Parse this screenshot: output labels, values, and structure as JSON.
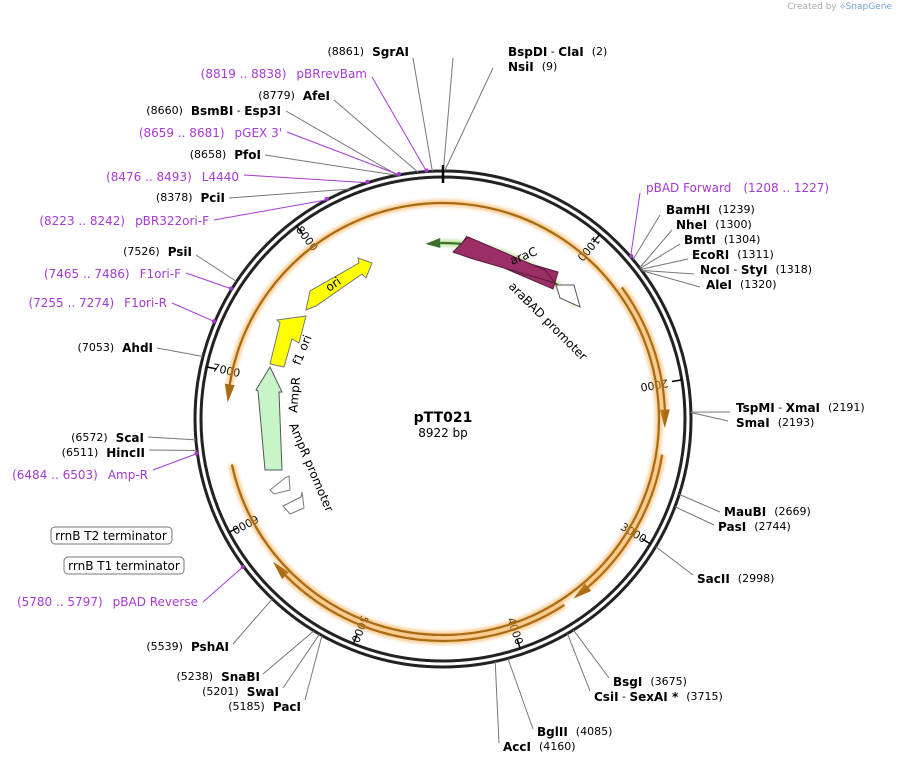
{
  "credit": {
    "prefix": "Created by",
    "brand": "SnapGene"
  },
  "plasmid": {
    "name": "pTT021",
    "length_label": "8922 bp",
    "length": 8922
  },
  "colors": {
    "backbone": "#222222",
    "primer": "#a73ad1",
    "orange": "#f2a33b",
    "arac": "#9b2e66",
    "ori": "#ffff00",
    "ampr": "#c8f5c8",
    "green_glow": "#8fd45a"
  },
  "ticks": [
    {
      "pos": 1000,
      "label": "1000"
    },
    {
      "pos": 2000,
      "label": "2000"
    },
    {
      "pos": 3000,
      "label": "3000"
    },
    {
      "pos": 4000,
      "label": "4000"
    },
    {
      "pos": 5000,
      "label": "5000"
    },
    {
      "pos": 6000,
      "label": "6000"
    },
    {
      "pos": 7000,
      "label": "7000"
    },
    {
      "pos": 8000,
      "label": "8000"
    }
  ],
  "sites": [
    {
      "side": "r",
      "parts": [
        "BspDI",
        " - ",
        "ClaI"
      ],
      "pos": "(2)",
      "bp": 2
    },
    {
      "side": "r",
      "parts": [
        "NsiI"
      ],
      "pos": "(9)",
      "bp": 9
    },
    {
      "side": "r",
      "parts": [
        "BamHI"
      ],
      "pos": "(1239)",
      "bp": 1239
    },
    {
      "side": "r",
      "parts": [
        "NheI"
      ],
      "pos": "(1300)",
      "bp": 1300
    },
    {
      "side": "r",
      "parts": [
        "BmtI"
      ],
      "pos": "(1304)",
      "bp": 1304
    },
    {
      "side": "r",
      "parts": [
        "EcoRI"
      ],
      "pos": "(1311)",
      "bp": 1311
    },
    {
      "side": "r",
      "parts": [
        "NcoI",
        " - ",
        "StyI"
      ],
      "pos": "(1318)",
      "bp": 1318
    },
    {
      "side": "r",
      "parts": [
        "AleI"
      ],
      "pos": "(1320)",
      "bp": 1320
    },
    {
      "side": "r",
      "parts": [
        "TspMI",
        " - ",
        "XmaI"
      ],
      "pos": "(2191)",
      "bp": 2191
    },
    {
      "side": "r",
      "parts": [
        "SmaI"
      ],
      "pos": "(2193)",
      "bp": 2193
    },
    {
      "side": "r",
      "parts": [
        "MauBI"
      ],
      "pos": "(2669)",
      "bp": 2669
    },
    {
      "side": "r",
      "parts": [
        "PasI"
      ],
      "pos": "(2744)",
      "bp": 2744
    },
    {
      "side": "r",
      "parts": [
        "SacII"
      ],
      "pos": "(2998)",
      "bp": 2998
    },
    {
      "side": "r",
      "parts": [
        "BsgI"
      ],
      "pos": "(3675)",
      "bp": 3675
    },
    {
      "side": "r",
      "parts": [
        "CsiI",
        " - ",
        "SexAI *"
      ],
      "pos": "(3715)",
      "bp": 3715
    },
    {
      "side": "r",
      "parts": [
        "BglII"
      ],
      "pos": "(4085)",
      "bp": 4085
    },
    {
      "side": "r",
      "parts": [
        "AccI"
      ],
      "pos": "(4160)",
      "bp": 4160
    },
    {
      "side": "l",
      "parts": [
        "PacI"
      ],
      "pos": "(5185)",
      "bp": 5185
    },
    {
      "side": "l",
      "parts": [
        "SwaI"
      ],
      "pos": "(5201)",
      "bp": 5201
    },
    {
      "side": "l",
      "parts": [
        "SnaBI"
      ],
      "pos": "(5238)",
      "bp": 5238
    },
    {
      "side": "l",
      "parts": [
        "PshAI"
      ],
      "pos": "(5539)",
      "bp": 5539
    },
    {
      "side": "l",
      "parts": [
        "HincII"
      ],
      "pos": "(6511)",
      "bp": 6511
    },
    {
      "side": "l",
      "parts": [
        "ScaI"
      ],
      "pos": "(6572)",
      "bp": 6572
    },
    {
      "side": "l",
      "parts": [
        "AhdI"
      ],
      "pos": "(7053)",
      "bp": 7053
    },
    {
      "side": "l",
      "parts": [
        "PsiI"
      ],
      "pos": "(7526)",
      "bp": 7526
    },
    {
      "side": "l",
      "parts": [
        "PciI"
      ],
      "pos": "(8378)",
      "bp": 8378
    },
    {
      "side": "l",
      "parts": [
        "PfoI"
      ],
      "pos": "(8658)",
      "bp": 8658
    },
    {
      "side": "l",
      "parts": [
        "BsmBI",
        " - ",
        "Esp3I"
      ],
      "pos": "(8660)",
      "bp": 8660
    },
    {
      "side": "l",
      "parts": [
        "AfeI"
      ],
      "pos": "(8779)",
      "bp": 8779
    },
    {
      "side": "l",
      "parts": [
        "SgrAI"
      ],
      "pos": "(8861)",
      "bp": 8861
    }
  ],
  "primers": [
    {
      "side": "r",
      "name": "pBAD Forward",
      "range": "(1208 .. 1227)",
      "bp": 1218
    },
    {
      "side": "l",
      "name": "pBAD Reverse",
      "range": "(5780 .. 5797)",
      "bp": 5788
    },
    {
      "side": "l",
      "name": "Amp-R",
      "range": "(6484 .. 6503)",
      "bp": 6494
    },
    {
      "side": "l",
      "name": "F1ori-R",
      "range": "(7255 .. 7274)",
      "bp": 7264
    },
    {
      "side": "l",
      "name": "F1ori-F",
      "range": "(7465 .. 7486)",
      "bp": 7475
    },
    {
      "side": "l",
      "name": "pBR322ori-F",
      "range": "(8223 .. 8242)",
      "bp": 8232
    },
    {
      "side": "l",
      "name": "L4440",
      "range": "(8476 .. 8493)",
      "bp": 8484
    },
    {
      "side": "l",
      "name": "pGEX 3'",
      "range": "(8659 .. 8681)",
      "bp": 8670
    },
    {
      "side": "l",
      "name": "pBRrevBam",
      "range": "(8819 .. 8838)",
      "bp": 8828
    }
  ],
  "features": [
    {
      "label": "araC"
    },
    {
      "label": "araBAD promoter"
    },
    {
      "label": "f1 ori"
    },
    {
      "label": "ori"
    },
    {
      "label": "AmpR"
    },
    {
      "label": "AmpR promoter"
    },
    {
      "label": "rrnB T2 terminator"
    },
    {
      "label": "rrnB T1 terminator"
    }
  ]
}
